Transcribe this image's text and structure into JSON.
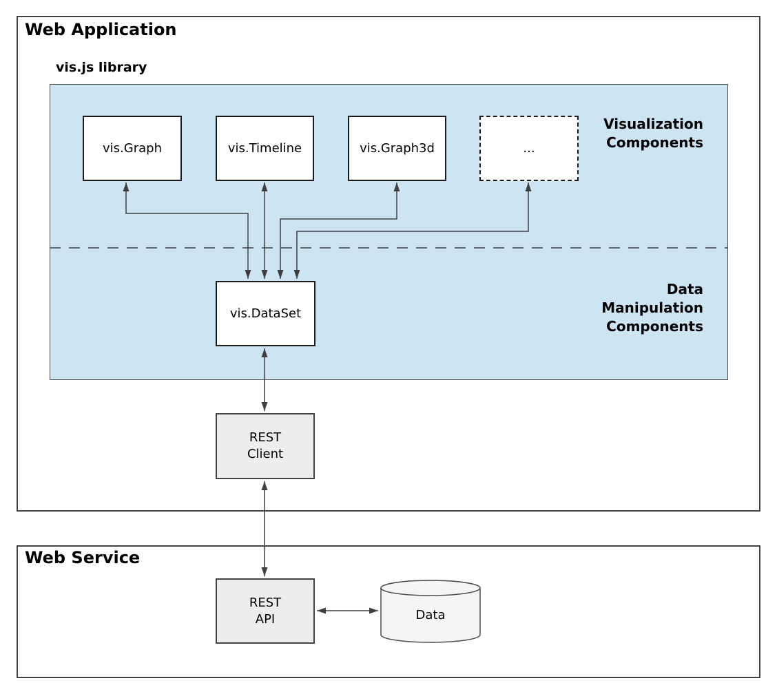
{
  "web_application": {
    "title": "Web Application",
    "library_label": "vis.js library",
    "visualization_section_label": "Visualization\nComponents",
    "data_section_label": "Data\nManipulation\nComponents",
    "nodes": {
      "vis_graph": "vis.Graph",
      "vis_timeline": "vis.Timeline",
      "vis_graph3d": "vis.Graph3d",
      "more_components": "...",
      "vis_dataset": "vis.DataSet",
      "rest_client": "REST\nClient"
    }
  },
  "web_service": {
    "title": "Web Service",
    "nodes": {
      "rest_api": "REST\nAPI",
      "data_store": "Data"
    }
  },
  "colors": {
    "library_panel_fill": "#cde4f2",
    "node_fill_white": "#ffffff",
    "node_fill_gray": "#ededed",
    "cylinder_fill": "#f5f5f5",
    "container_border": "#424242",
    "node_border": "#1a1a1a",
    "arrow": "#3f3f3f",
    "text": "#000000"
  }
}
